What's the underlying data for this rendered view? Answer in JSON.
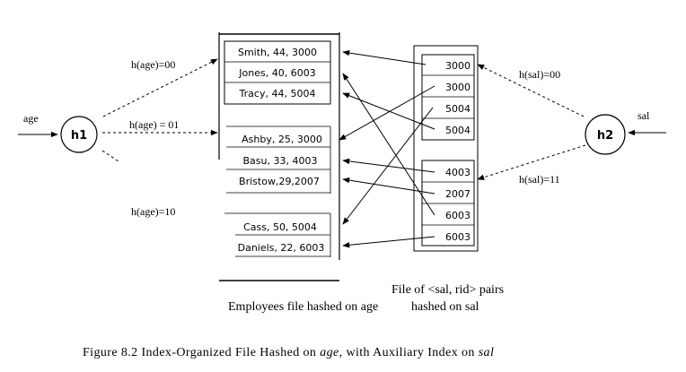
{
  "hash_functions": {
    "h1": {
      "label": "h1",
      "input": "age"
    },
    "h2": {
      "label": "h2",
      "input": "sal"
    }
  },
  "edge_labels": {
    "h1_bucket_00": "h(age)=00",
    "h1_bucket_01": "h(age) = 01",
    "h1_bucket_10": "h(age)=10",
    "h2_bucket_00": "h(sal)=00",
    "h2_bucket_11": "h(sal)=11"
  },
  "employees_file": {
    "buckets": [
      {
        "records": [
          "Smith, 44, 3000",
          "Jones, 40, 6003",
          "Tracy, 44, 5004"
        ]
      },
      {
        "records": [
          "Ashby, 25, 3000",
          "Basu, 33, 4003",
          "Bristow,29,2007"
        ]
      },
      {
        "records": [
          "Cass, 50, 5004",
          "Daniels, 22, 6003"
        ]
      }
    ],
    "caption": "Employees file hashed on age"
  },
  "sal_rid_file": {
    "buckets": [
      {
        "entries": [
          "3000",
          "3000",
          "5004",
          "5004"
        ]
      },
      {
        "entries": [
          "4003",
          "2007",
          "6003",
          "6003"
        ]
      }
    ],
    "caption_line1": "File of <sal, rid> pairs",
    "caption_line2": "hashed on sal"
  },
  "figure_caption": {
    "prefix": "Figure 8.2   Index-Organized File Hashed on ",
    "italic1": "age,",
    "middle": " with Auxiliary Index on ",
    "italic2": "sal"
  }
}
